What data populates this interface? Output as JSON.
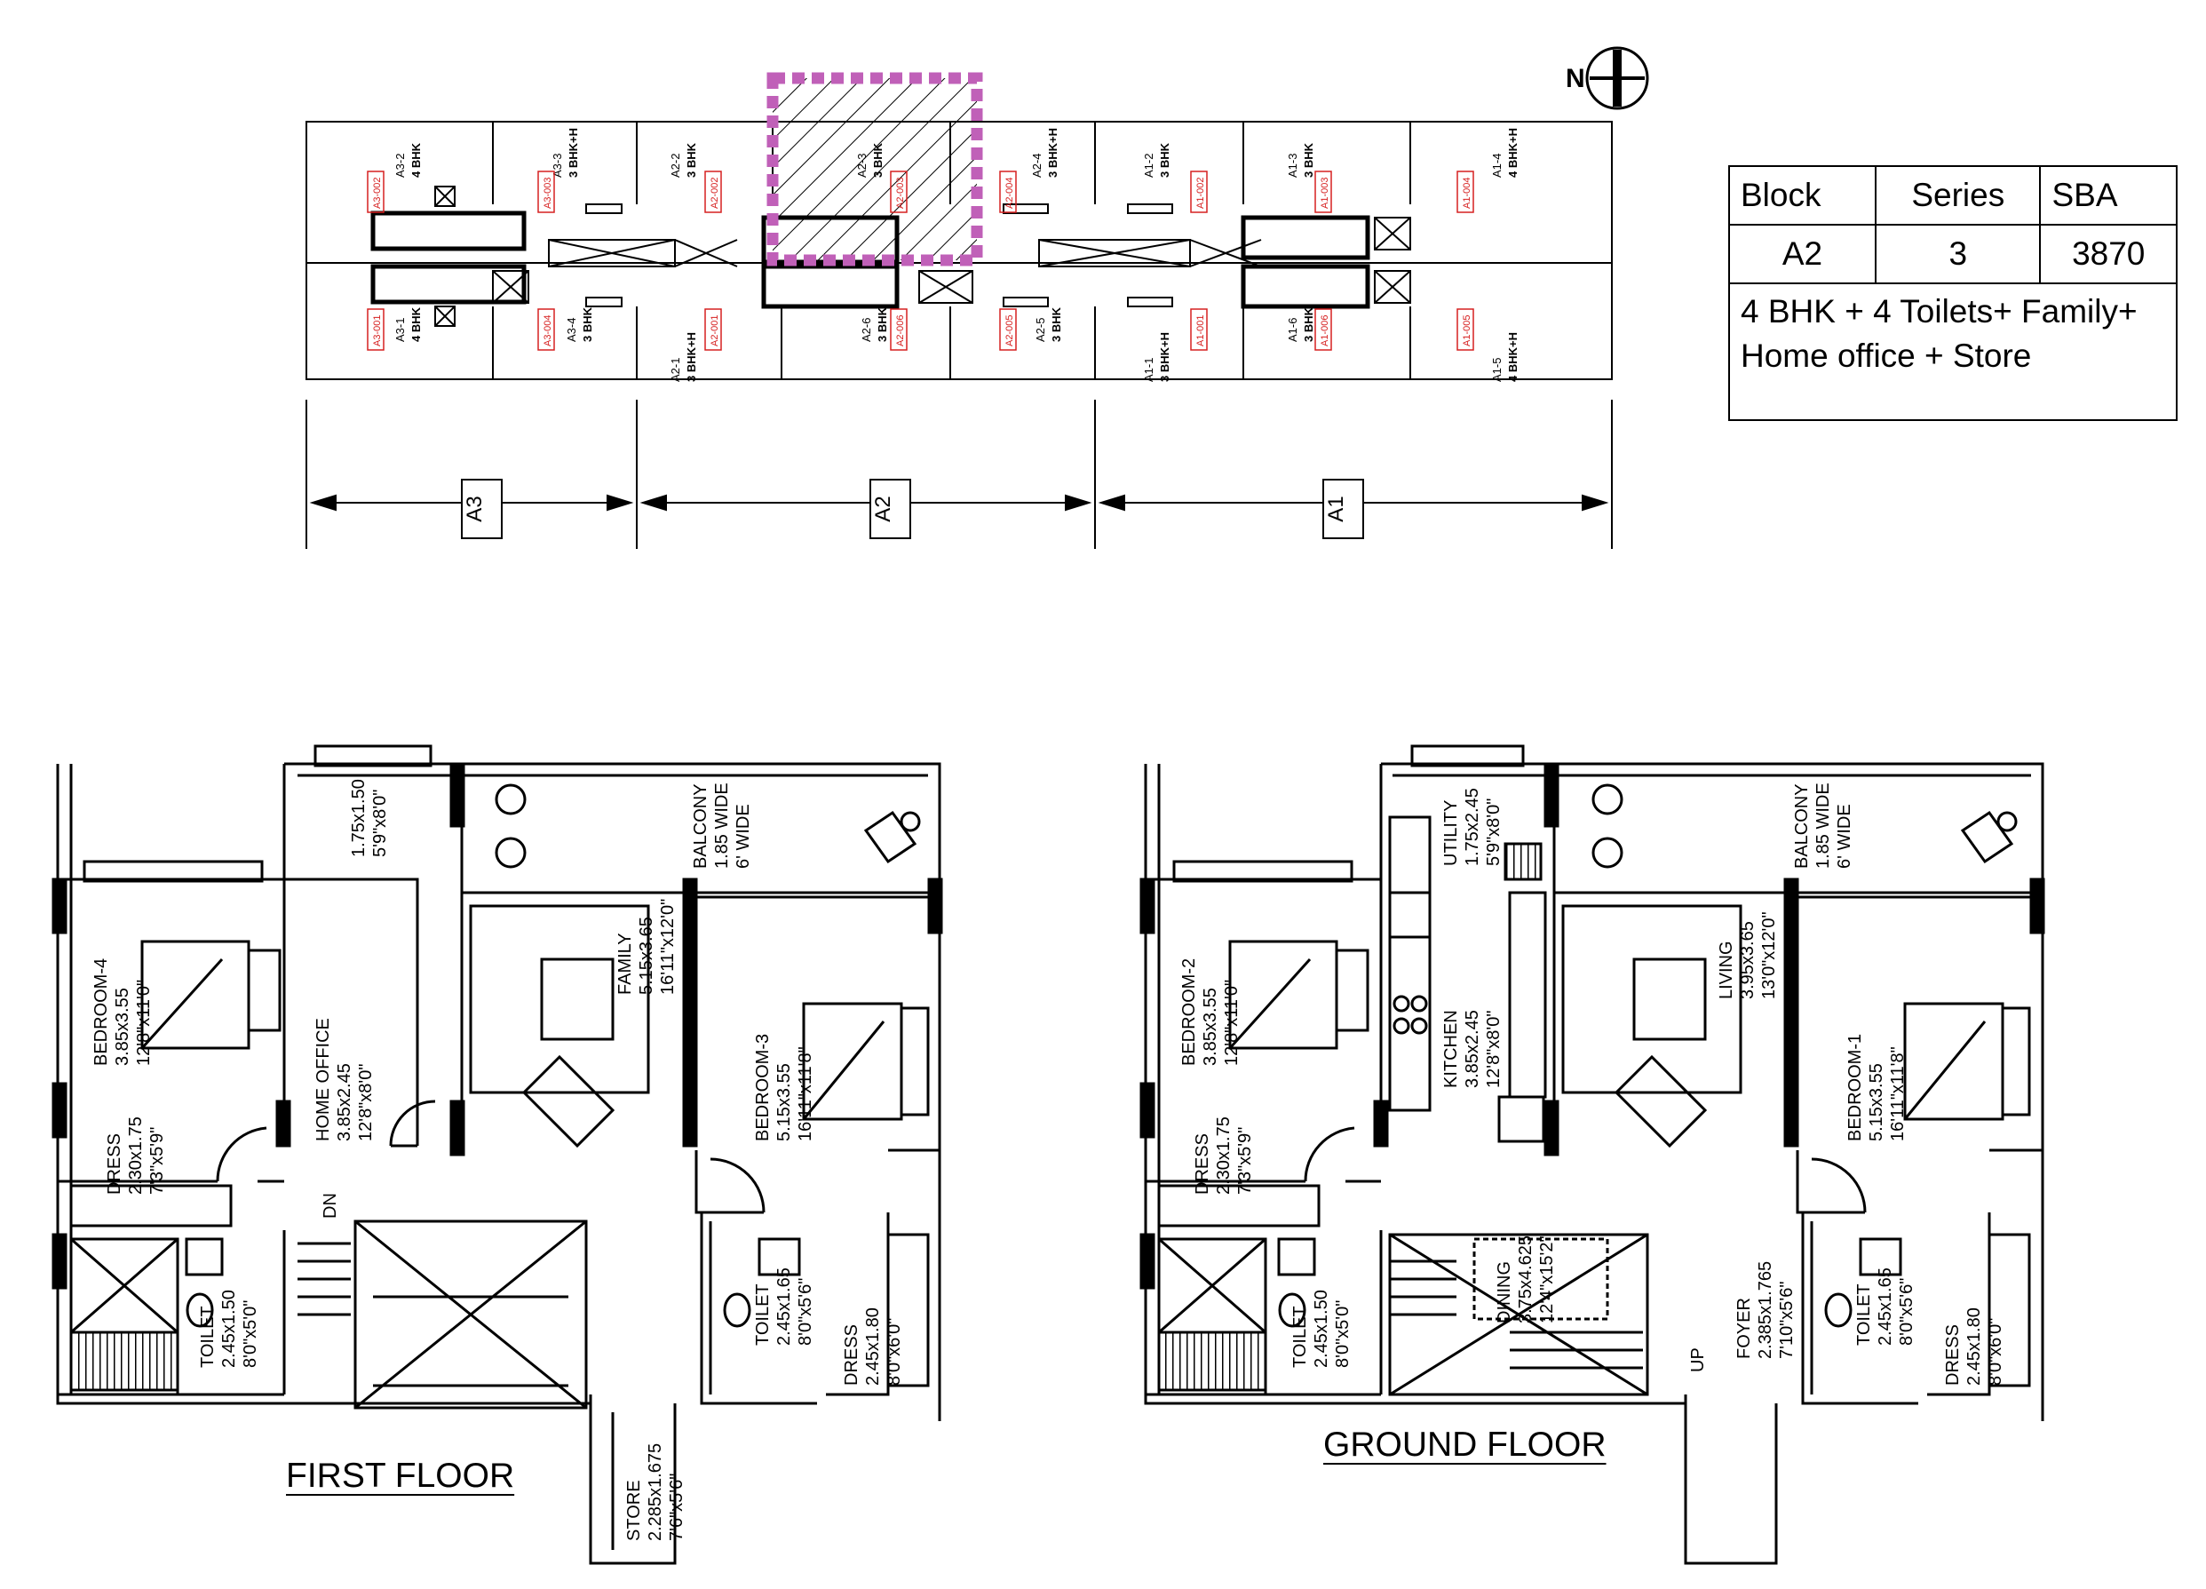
{
  "compass": {
    "label": "N"
  },
  "site_plan": {
    "blocks": [
      {
        "label": "A3"
      },
      {
        "label": "A2"
      },
      {
        "label": "A1"
      }
    ],
    "unit_types": [
      {
        "code": "A3-2",
        "type": "4 BHK"
      },
      {
        "code": "A3-3",
        "type": "3 BHK+H"
      },
      {
        "code": "A2-2",
        "type": "3 BHK"
      },
      {
        "code": "A2-3",
        "type": "3 BHK"
      },
      {
        "code": "A2-4",
        "type": "3 BHK+H"
      },
      {
        "code": "A1-2",
        "type": "3 BHK"
      },
      {
        "code": "A1-3",
        "type": "3 BHK"
      },
      {
        "code": "A1-4",
        "type": "4 BHK+H"
      },
      {
        "code": "A3-1",
        "type": "4 BHK"
      },
      {
        "code": "A3-4",
        "type": "3 BHK"
      },
      {
        "code": "A2-1",
        "type": "3 BHK+H"
      },
      {
        "code": "A2-6",
        "type": "3 BHK"
      },
      {
        "code": "A2-5",
        "type": "3 BHK"
      },
      {
        "code": "A1-1",
        "type": "3 BHK+H"
      },
      {
        "code": "A1-6",
        "type": "3 BHK"
      },
      {
        "code": "A1-5",
        "type": "4 BHK+H"
      }
    ],
    "unit_ids": [
      "A3-002",
      "A3-003",
      "A2-002",
      "A2-003",
      "A2-004",
      "A1-002",
      "A1-003",
      "A1-004",
      "A3-001",
      "A3-004",
      "A2-001",
      "A2-006",
      "A2-005",
      "A1-001",
      "A1-006",
      "A1-005"
    ]
  },
  "info_table": {
    "headers": [
      "Block",
      "Series",
      "SBA"
    ],
    "values": [
      "A2",
      "3",
      "3870"
    ],
    "description_line1": "4 BHK + 4 Toilets+ Family+",
    "description_line2": "Home office + Store"
  },
  "first_floor": {
    "title": "FIRST FLOOR",
    "rooms": [
      {
        "name": "BEDROOM-4",
        "size_m": "3.85x3.55",
        "size_ft": "12'8\"x11'0\""
      },
      {
        "name": "",
        "size_m": "1.75x1.50",
        "size_ft": "5'9\"x8'0\""
      },
      {
        "name": "HOME OFFICE",
        "size_m": "3.85x2.45",
        "size_ft": "12'8\"x8'0\""
      },
      {
        "name": "FAMILY",
        "size_m": "5.15x3.65",
        "size_ft": "16'11\"x12'0\""
      },
      {
        "name": "BALCONY",
        "size_m": "1.85 WIDE",
        "size_ft": "6' WIDE"
      },
      {
        "name": "BEDROOM-3",
        "size_m": "5.15x3.55",
        "size_ft": "16'11\"x11'8\""
      },
      {
        "name": "DRESS",
        "size_m": "2.30x1.75",
        "size_ft": "7'3\"x5'9\""
      },
      {
        "name": "TOILET",
        "size_m": "2.45x1.50",
        "size_ft": "8'0\"x5'0\""
      },
      {
        "name": "TOILET",
        "size_m": "2.45x1.65",
        "size_ft": "8'0\"x5'6\""
      },
      {
        "name": "DRESS",
        "size_m": "2.45x1.80",
        "size_ft": "8'0\"x6'0\""
      },
      {
        "name": "STORE",
        "size_m": "2.285x1.675",
        "size_ft": "7'6\"x5'6\""
      }
    ],
    "stair_label": "DN"
  },
  "ground_floor": {
    "title": "GROUND FLOOR",
    "rooms": [
      {
        "name": "BEDROOM-2",
        "size_m": "3.85x3.55",
        "size_ft": "12'8\"x11'0\""
      },
      {
        "name": "UTILITY",
        "size_m": "1.75x2.45",
        "size_ft": "5'9\"x8'0\""
      },
      {
        "name": "KITCHEN",
        "size_m": "3.85x2.45",
        "size_ft": "12'8\"x8'0\""
      },
      {
        "name": "LIVING",
        "size_m": "3.95x3.65",
        "size_ft": "13'0\"x12'0\""
      },
      {
        "name": "BALCONY",
        "size_m": "1.85 WIDE",
        "size_ft": "6' WIDE"
      },
      {
        "name": "BEDROOM-1",
        "size_m": "5.15x3.55",
        "size_ft": "16'11\"x11'8\""
      },
      {
        "name": "DRESS",
        "size_m": "2.30x1.75",
        "size_ft": "7'3\"x5'9\""
      },
      {
        "name": "TOILET",
        "size_m": "2.45x1.50",
        "size_ft": "8'0\"x5'0\""
      },
      {
        "name": "DINING",
        "size_m": "3.75x4.625",
        "size_ft": "12'4\"x15'2\""
      },
      {
        "name": "FOYER",
        "size_m": "2.385x1.765",
        "size_ft": "7'10\"x5'6\""
      },
      {
        "name": "TOILET",
        "size_m": "2.45x1.65",
        "size_ft": "8'0\"x5'6\""
      },
      {
        "name": "DRESS",
        "size_m": "2.45x1.80",
        "size_ft": "8'0\"x6'0\""
      }
    ],
    "stair_label": "UP"
  },
  "colors": {
    "highlight": "#c060b8",
    "unit_id": "#d62020",
    "line": "#000000"
  }
}
